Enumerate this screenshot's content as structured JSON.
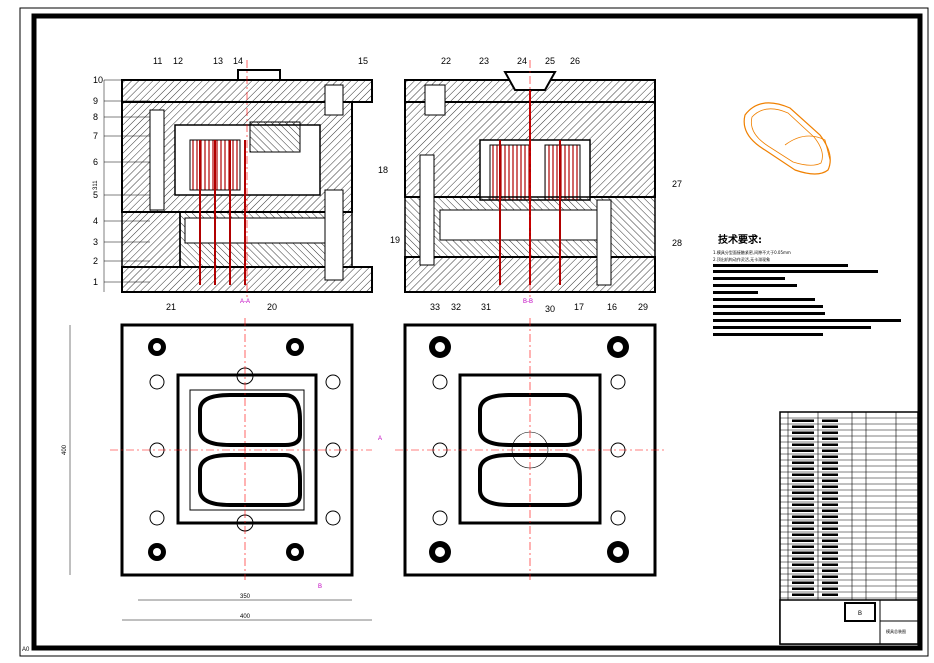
{
  "drawing": {
    "part_labels_top_left": [
      "1",
      "2",
      "3",
      "4",
      "5",
      "6",
      "7",
      "8",
      "9",
      "10",
      "11",
      "12",
      "13",
      "14",
      "15",
      "19",
      "20",
      "21"
    ],
    "part_labels_top_right": [
      "16",
      "17",
      "18",
      "22",
      "23",
      "24",
      "25",
      "26",
      "27",
      "28",
      "29",
      "30",
      "31",
      "32",
      "33"
    ],
    "dimensions": {
      "height_left": "311",
      "height_bottom": "400",
      "width_inner": "350",
      "width_outer": "400"
    },
    "section_marks": {
      "aa": "A-A",
      "bb": "B-B",
      "a": "A",
      "b": "B"
    },
    "corner_mark": "A0",
    "requirements": {
      "title": "技术要求:",
      "line1": "1.模具分型面接触紧密,间隙不大于0.05mm",
      "line2": "2.顶出机构动作灵活,无卡滞现象"
    },
    "title_block": {
      "stamp": "B",
      "name_cell": "模具总装图"
    }
  },
  "colors": {
    "line": "#000000",
    "hatch": "#000000",
    "core_red": "#b00000",
    "center_line": "#ff0000",
    "section_magenta": "#c000c0",
    "part_orange": "#f08000"
  }
}
